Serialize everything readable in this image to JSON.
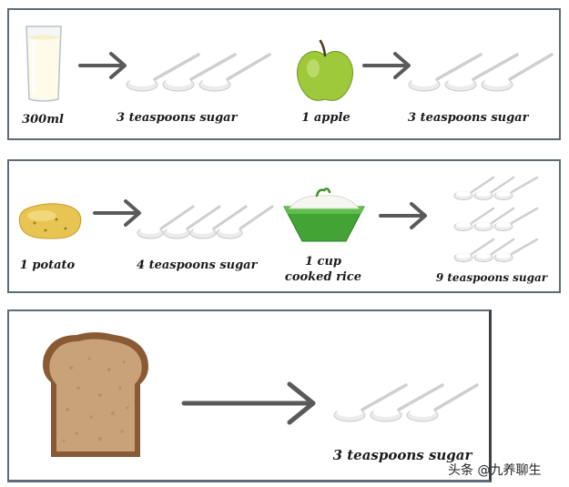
{
  "rows": [
    {
      "items": [
        {
          "food": "300ml",
          "food_icon": "milk-glass-icon",
          "sugar": "3 teaspoons sugar",
          "spoons": 3
        },
        {
          "food": "1 apple",
          "food_icon": "apple-icon",
          "sugar": "3 teaspoons sugar",
          "spoons": 3
        }
      ]
    },
    {
      "items": [
        {
          "food": "1 potato",
          "food_icon": "potato-icon",
          "sugar": "4 teaspoons sugar",
          "spoons": 4
        },
        {
          "food": "1 cup cooked rice",
          "food_icon": "rice-bowl-icon",
          "sugar": "9 teaspoons sugar",
          "spoons": 9
        }
      ]
    },
    {
      "items": [
        {
          "food": "",
          "food_icon": "bread-slice-icon",
          "sugar": "3 teaspoons sugar",
          "spoons": 3
        }
      ]
    }
  ],
  "watermark": "头条 @九养聊生"
}
